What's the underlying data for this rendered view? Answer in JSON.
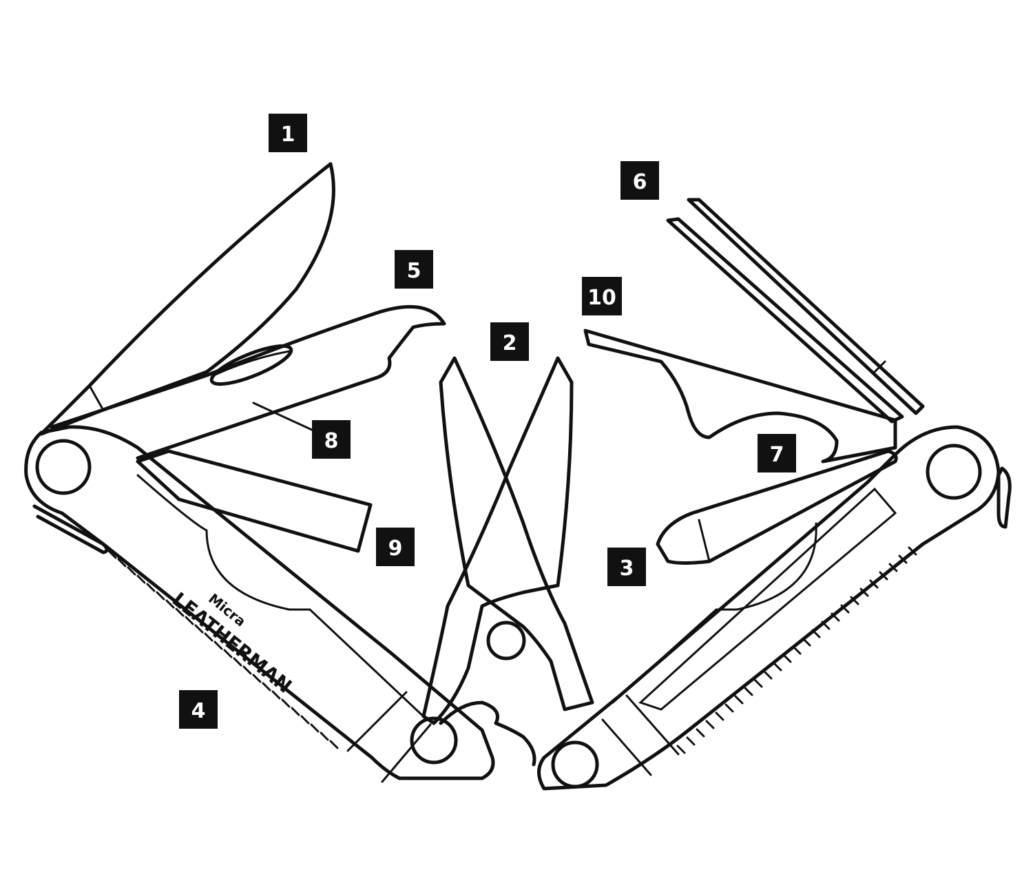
{
  "callouts": [
    {
      "id": "1",
      "label": "1"
    },
    {
      "id": "2",
      "label": "2"
    },
    {
      "id": "3",
      "label": "3"
    },
    {
      "id": "4",
      "label": "4"
    },
    {
      "id": "5",
      "label": "5"
    },
    {
      "id": "6",
      "label": "6"
    },
    {
      "id": "7",
      "label": "7"
    },
    {
      "id": "8",
      "label": "8"
    },
    {
      "id": "9",
      "label": "9"
    },
    {
      "id": "10",
      "label": "10"
    }
  ],
  "branding": {
    "brand": "LEATHERMAN",
    "model": "Micra"
  },
  "colors": {
    "line": "#111111",
    "callout_bg": "#111111",
    "callout_text": "#ffffff",
    "background": "#ffffff"
  }
}
